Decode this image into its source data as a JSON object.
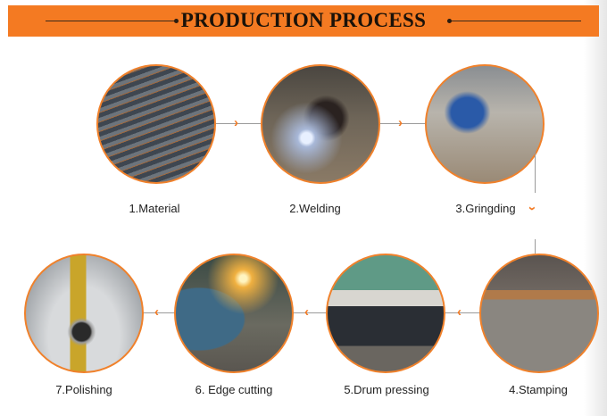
{
  "header": {
    "title": "PRODUCTION PROCESS",
    "color": "#f47a22"
  },
  "steps": [
    {
      "label": "1.Material",
      "icon": "steel-plates-photo"
    },
    {
      "label": "2.Welding",
      "icon": "welding-photo"
    },
    {
      "label": "3.Gringding",
      "icon": "grinding-photo"
    },
    {
      "label": "4.Stamping",
      "icon": "stamping-photo"
    },
    {
      "label": "5.Drum pressing",
      "icon": "drum-pressing-photo"
    },
    {
      "label": "6. Edge cutting",
      "icon": "edge-cutting-photo"
    },
    {
      "label": "7.Polishing",
      "icon": "polishing-photo"
    }
  ],
  "arrows": {
    "right": "›",
    "down": "⌄",
    "left": "‹"
  }
}
